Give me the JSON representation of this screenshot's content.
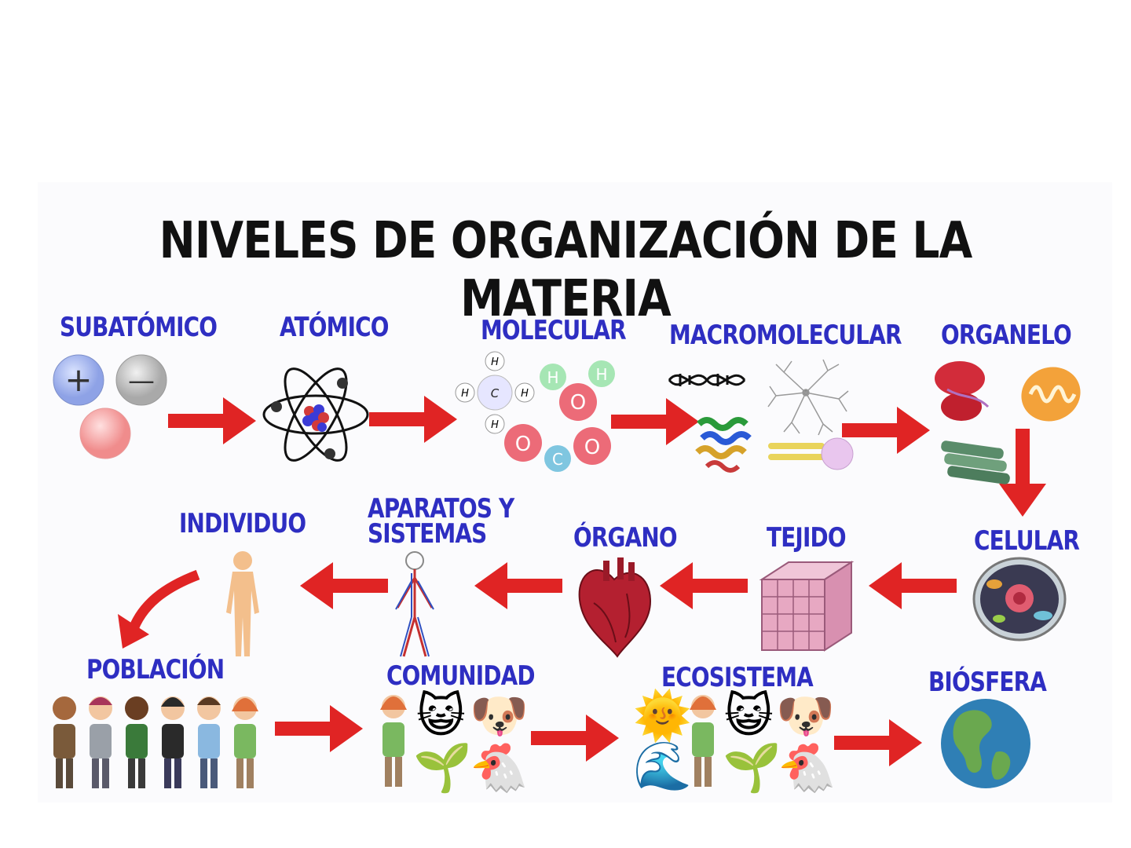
{
  "title": "NIVELES DE ORGANIZACIÓN DE LA MATERIA",
  "levels": {
    "subatomico": "SUBATÓMICO",
    "atomico": "ATÓMICO",
    "molecular": "MOLECULAR",
    "macromolecular": "MACROMOLECULAR",
    "organelo": "ORGANELO",
    "celular": "CELULAR",
    "tejido": "TEJIDO",
    "organo": "ÓRGANO",
    "aparatos_line1": "APARATOS Y",
    "aparatos_line2": "SISTEMAS",
    "individuo": "INDIVIDUO",
    "poblacion": "POBLACIÓN",
    "comunidad": "COMUNIDAD",
    "ecosistema": "ECOSISTEMA",
    "biosfera": "BIÓSFERA"
  },
  "molecule_labels": {
    "h": "H",
    "c": "C",
    "o": "O"
  },
  "particle_signs": {
    "plus": "+",
    "minus": "—"
  },
  "emojis": {
    "cat": "😺",
    "dog": "🐶",
    "sprout": "🌱",
    "chicken": "🐔",
    "sun": "🌞",
    "wave": "🌊"
  },
  "colors": {
    "label_blue": "#2e2ec2",
    "arrow_red": "#e02424",
    "title_black": "#111111"
  }
}
